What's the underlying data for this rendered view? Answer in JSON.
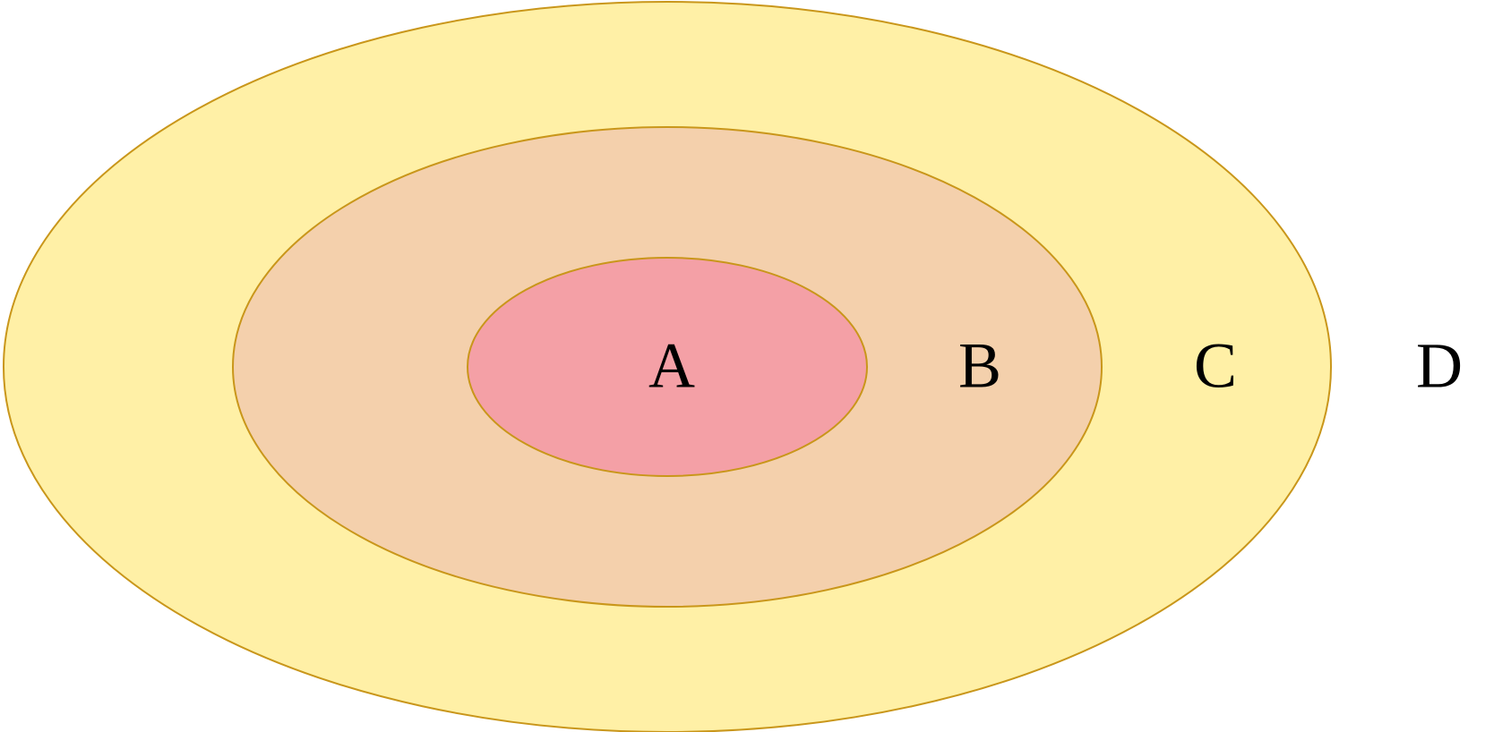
{
  "diagram": {
    "type": "nested-ellipses",
    "stroke_color": "#C9961A",
    "regions": [
      {
        "id": "outer",
        "fill": "#FFF0A6"
      },
      {
        "id": "middle",
        "fill": "#F4D0AC"
      },
      {
        "id": "inner",
        "fill": "#F4A0A6"
      }
    ],
    "labels": {
      "a": "A",
      "b": "B",
      "c": "C",
      "d": "D"
    }
  }
}
